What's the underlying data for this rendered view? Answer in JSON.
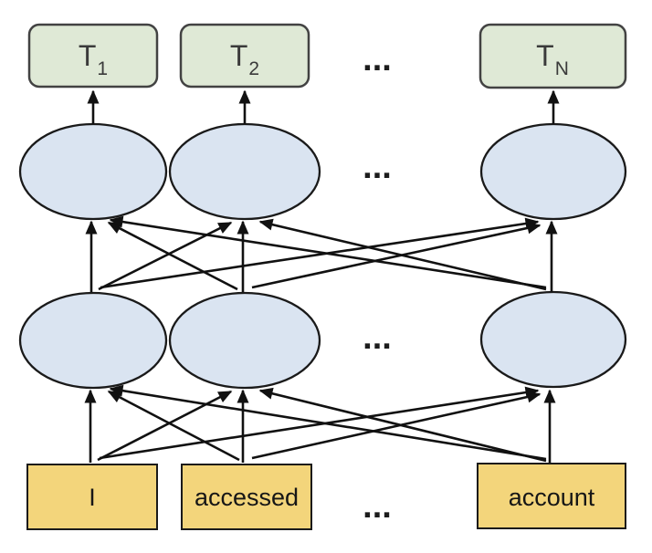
{
  "diagram": {
    "output_tokens": [
      {
        "base": "T",
        "sub": "1"
      },
      {
        "base": "T",
        "sub": "2"
      },
      {
        "base": "T",
        "sub": "N"
      }
    ],
    "input_tokens": [
      "I",
      "accessed",
      "account"
    ],
    "ellipsis": "...",
    "colors": {
      "output_fill": "#dfe9d6",
      "output_border": "#424242",
      "hidden_fill": "#dae4f1",
      "hidden_border": "#1a1a1a",
      "input_fill": "#f3d57b",
      "input_border": "#1a1a1a",
      "arrow": "#111111",
      "output_text": "#3a3a3a",
      "input_text": "#161616",
      "background": "#ffffff"
    }
  }
}
